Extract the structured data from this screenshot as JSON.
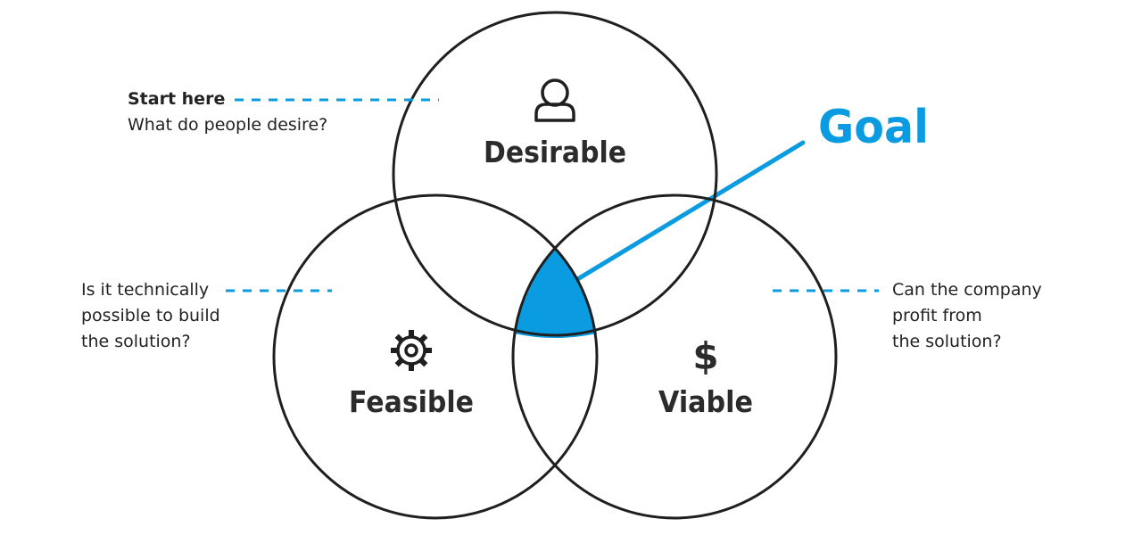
{
  "colors": {
    "accent": "#0a9be0",
    "stroke": "#1f1f1f",
    "text": "#2b2b2b"
  },
  "circles": {
    "desirable": {
      "label": "Desirable",
      "icon": "person-icon"
    },
    "feasible": {
      "label": "Feasible",
      "icon": "gear-icon"
    },
    "viable": {
      "label": "Viable",
      "icon": "dollar-icon",
      "icon_text": "$"
    }
  },
  "goal": {
    "label": "Goal"
  },
  "notes": {
    "desirable": {
      "title": "Start here",
      "text": "What do people desire?"
    },
    "feasible": {
      "lines": [
        "Is it technically",
        "possible to build",
        "the solution?"
      ]
    },
    "viable": {
      "lines": [
        "Can the company",
        "profit from",
        "the solution?"
      ]
    }
  }
}
